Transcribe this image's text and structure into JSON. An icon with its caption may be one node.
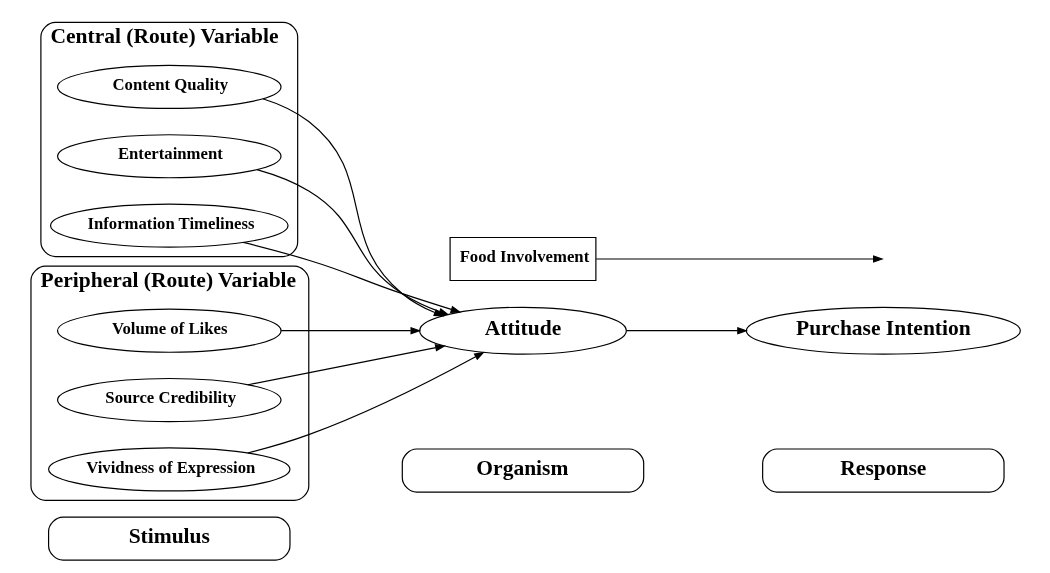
{
  "diagram": {
    "nodes": [
      {
        "text": [
          "Central (Route) Variable"
        ]
      },
      {
        "text": [
          "Content Quality"
        ],
        "in": 0
      },
      {
        "text": [
          "Entertainment"
        ],
        "in": 0
      },
      {
        "text": [
          "Information Timeliness"
        ],
        "in": 0
      },
      {
        "text": [
          "Peripheral (Route) Variable"
        ]
      },
      {
        "text": [
          "Volume of Likes"
        ],
        "in": 4
      },
      {
        "text": [
          "Source Credibility"
        ],
        "in": 4
      },
      {
        "text": [
          "Vividness of Expression"
        ],
        "in": 4
      },
      {
        "text": [
          "Attitude"
        ]
      },
      {
        "text": [
          "Food Involvement"
        ]
      },
      {
        "text": [
          "Purchase Intention"
        ]
      },
      {
        "text": [
          "Stimulus"
        ]
      },
      {
        "text": [
          "Organism"
        ]
      },
      {
        "text": [
          "Response"
        ]
      }
    ],
    "edges": [
      {
        "from": 1,
        "to": 8,
        "arrow": "to"
      },
      {
        "from": 2,
        "to": 8,
        "arrow": "to"
      },
      {
        "from": 3,
        "to": 8,
        "arrow": "to"
      },
      {
        "from": 5,
        "to": 8,
        "arrow": "to"
      },
      {
        "from": 6,
        "to": 8,
        "arrow": "to"
      },
      {
        "from": 7,
        "to": 8,
        "arrow": "to"
      },
      {
        "from": 8,
        "to": 10,
        "arrow": "to"
      },
      {
        "from": 9,
        "to": null,
        "arrow": "to"
      }
    ]
  }
}
